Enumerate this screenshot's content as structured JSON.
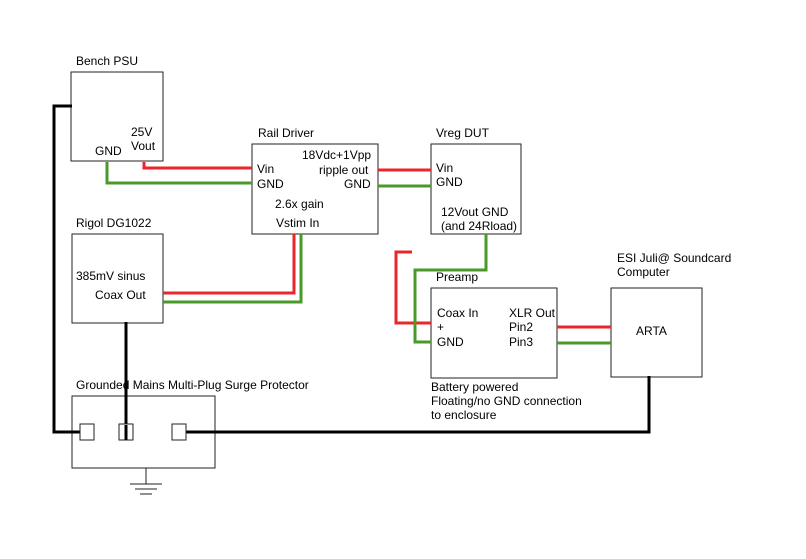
{
  "diagram": {
    "bench_psu": {
      "title": "Bench PSU",
      "gnd": "GND",
      "vout_line1": "25V",
      "vout_line2": "Vout"
    },
    "rail_driver": {
      "title": "Rail Driver",
      "vin": "Vin",
      "gnd_left": "GND",
      "ripple_line1": "18Vdc+1Vpp",
      "ripple_line2": "ripple out",
      "gnd_right": "GND",
      "gain": "2.6x gain",
      "vstim": "Vstim In"
    },
    "vreg_dut": {
      "title": "Vreg DUT",
      "vin": "Vin",
      "gnd": "GND",
      "out_line1": "12Vout GND",
      "out_line2": "(and 24Rload)"
    },
    "rigol": {
      "title": "Rigol DG1022",
      "line1": "385mV sinus",
      "line2": "Coax Out"
    },
    "preamp": {
      "title": "Preamp",
      "coax_in": "Coax In",
      "plus": "+",
      "gnd": "GND",
      "xlr_out": "XLR Out",
      "pin2": "Pin2",
      "pin3": "Pin3",
      "note_line1": "Battery powered",
      "note_line2": "Floating/no GND connection",
      "note_line3": "to enclosure"
    },
    "soundcard": {
      "title_line1": "ESI Juli@ Soundcard",
      "title_line2": "Computer",
      "arta": "ARTA"
    },
    "surge": {
      "title": "Grounded Mains Multi-Plug Surge Protector"
    },
    "colors": {
      "black_wire": "#000000",
      "red_wire": "#e8262b",
      "green_wire": "#4a9a2a"
    }
  }
}
